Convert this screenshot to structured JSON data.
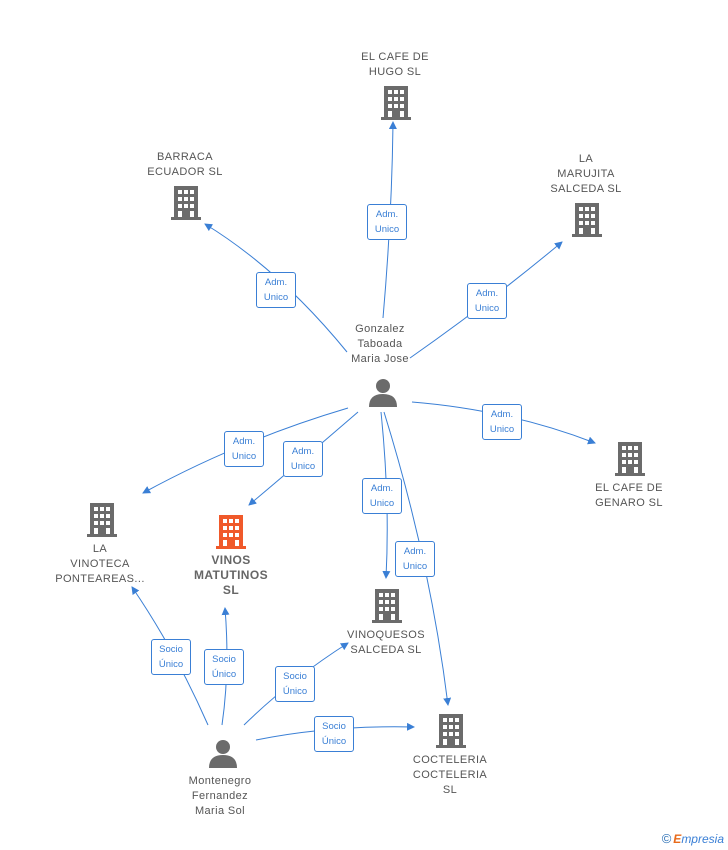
{
  "colors": {
    "edge": "#3a7fd5",
    "company": "#6b6b6b",
    "company_focus": "#f0592a",
    "person": "#6b6b6b"
  },
  "nodes": {
    "gonzalez": {
      "label": "Gonzalez\nTaboada\nMaria Jose",
      "type": "person"
    },
    "montenegro": {
      "label": "Montenegro\nFernandez\nMaria Sol",
      "type": "person"
    },
    "cafe_hugo": {
      "label": "EL CAFE DE\nHUGO  SL",
      "type": "company"
    },
    "barraca": {
      "label": "BARRACA\nECUADOR SL",
      "type": "company"
    },
    "marujita": {
      "label": "LA\nMARUJITA\nSALCEDA  SL",
      "type": "company"
    },
    "cafe_genaro": {
      "label": "EL CAFE DE\nGENARO  SL",
      "type": "company"
    },
    "vinoteca": {
      "label": "LA\nVINOTECA\nPONTEAREAS...",
      "type": "company"
    },
    "vinos": {
      "label": "VINOS\nMATUTINOS\nSL",
      "type": "company-focus"
    },
    "vinoquesos": {
      "label": "VINOQUESOS\nSALCEDA  SL",
      "type": "company"
    },
    "cocteleria": {
      "label": "COCTELERIA\nCOCTELERIA\nSL",
      "type": "company"
    }
  },
  "edges": {
    "g_hugo": "Adm.\nUnico",
    "g_barraca": "Adm.\nUnico",
    "g_marujita": "Adm.\nUnico",
    "g_genaro": "Adm.\nUnico",
    "g_vinoteca": "Adm.\nUnico",
    "g_vinos": "Adm.\nUnico",
    "g_vinoquesos": "Adm.\nUnico",
    "g_cocteleria": "Adm.\nUnico",
    "m_vinoteca": "Socio\nÚnico",
    "m_vinos": "Socio\nÚnico",
    "m_vinoquesos": "Socio\nÚnico",
    "m_cocteleria": "Socio\nÚnico"
  },
  "footer": {
    "copyright": "©",
    "brand_initial": "E",
    "brand_rest": "mpresia"
  }
}
